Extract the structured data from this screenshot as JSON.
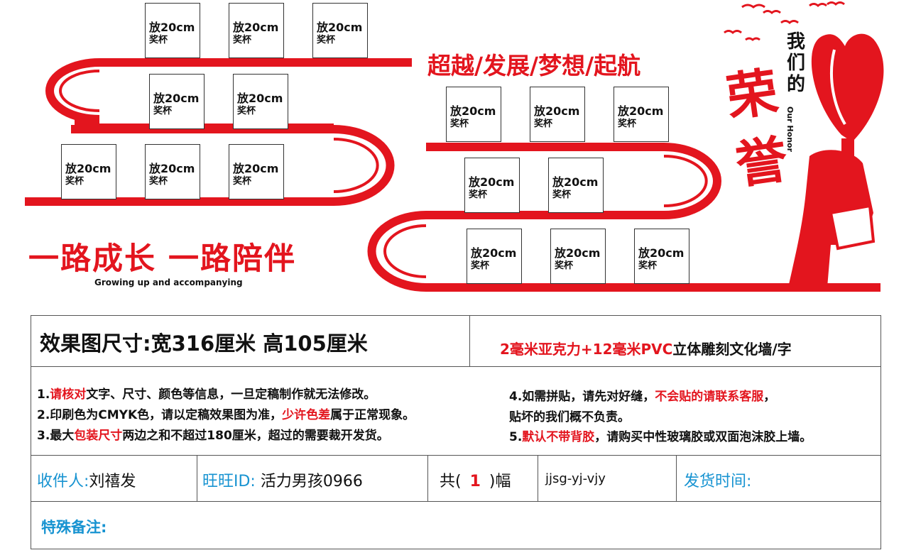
{
  "product": {
    "box_line1": "放20cm",
    "box_line2": "奖杯",
    "slogan_main": "一路成长 一路陪伴",
    "slogan_sub": "Growing up and accompanying",
    "slogan_top": "超越/发展/梦想/起航",
    "honor_we": "我们的",
    "honor_en": "Our Honor",
    "honor_big": "荣誉",
    "brand_color": "#e3151e"
  },
  "info": {
    "size_title": "效果图尺寸:宽316厘米  高105厘米",
    "material": {
      "prefix": "2毫米亚克力+12毫米PVC",
      "suffix": "立体雕刻文化墙/字"
    },
    "notes_left": [
      {
        "a": "1.",
        "b": "请核对",
        "c": "文字、尺寸、颜色等信息，一旦定稿制作就无法修改。"
      },
      {
        "a": "2.印刷色为CMYK色，请以定稿效果图为准，",
        "b": "少许色差",
        "c": "属于正常现象。"
      },
      {
        "a": "3.最大",
        "b": "包装尺寸",
        "c": "两边之和不超过180厘米，超过的需要裁开发货。"
      }
    ],
    "notes_right": [
      {
        "a": "4.如需拼贴，请先对好缝，",
        "b": "不会贴的请联系客服",
        "c": "，"
      },
      {
        "a": "  贴坏的我们概不负责。",
        "b": "",
        "c": ""
      },
      {
        "a": "5.",
        "b": "默认不带背胶",
        "c": "，请购买中性玻璃胶或双面泡沫胶上墙。"
      }
    ],
    "recipient_label": "收件人:",
    "recipient_name": "刘禧发",
    "wangwang_label": "旺旺ID: ",
    "wangwang_value": "活力男孩0966",
    "count_prefix": "共(",
    "count_value": "1",
    "count_suffix": ")幅",
    "code": "jjsg-yj-vjy",
    "ship_time_label": "发货时间:",
    "special_label": "特殊备注:"
  }
}
